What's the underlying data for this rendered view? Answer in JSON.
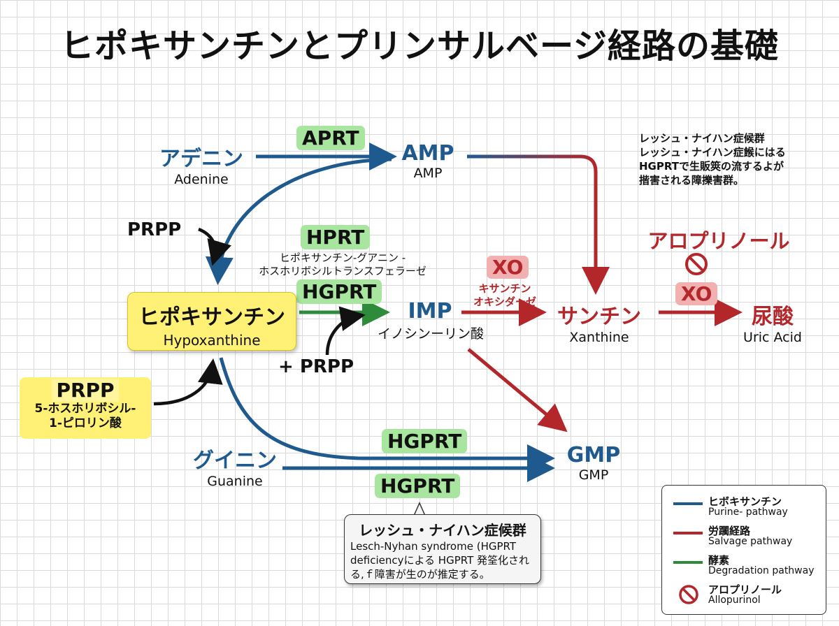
{
  "title": "ヒポキサンチンとプリンサルベージ経路の基礎",
  "nodes": {
    "adenine": {
      "jp": "アデニン",
      "en": "Adenine"
    },
    "amp": {
      "jp": "AMP",
      "en": "AMP"
    },
    "hypoxanthine": {
      "jp": "ヒポキサンチン",
      "en": "Hypoxanthine"
    },
    "imp": {
      "jp": "IMP",
      "en": "イノシンーリン酸"
    },
    "xanthine": {
      "jp": "サンチン",
      "en": "Xanthine"
    },
    "uric_acid": {
      "jp": "尿酸",
      "en": "Uric Acid"
    },
    "guanine": {
      "jp": "グイニン",
      "en": "Guanine"
    },
    "gmp": {
      "jp": "GMP",
      "en": "GMP"
    }
  },
  "prpp_top": "PRPP",
  "prpp_mid": "+ PRPP",
  "prpp_box": {
    "label": "PRPP",
    "desc_line1": "5-ホスホリボシル-",
    "desc_line2": "1-ピロリン酸"
  },
  "enzymes": {
    "aprt": "APRT",
    "hprt": "HPRT",
    "hprt_desc_line1": "ヒポキサンチン-グアニン -",
    "hprt_desc_line2": "ホスホリボシルトランスフェラーゼ",
    "hgprt_imp": "HGPRT",
    "hgprt_gmp_top": "HGPRT",
    "hgprt_gmp_bottom": "HGPRT",
    "xo_left": "XO",
    "xo_left_desc_line1": "キサンチン",
    "xo_left_desc_line2": "オキシダーゼ",
    "xo_right": "XO"
  },
  "allopurinol_label": "アロプリノール",
  "top_right_note": {
    "line1": "レッシュ・ナイハン症候群",
    "line2": "レッシュ・ナイハン症餱にはる",
    "line3": "HGPRTで生販筴の流するよが",
    "line4": "揩害される障擽害群。"
  },
  "callout": {
    "heading": "レッシュ・ナイハン症候群",
    "body": "Lesch-Nyhan syndrome (HGPRT deficiencyによる HGPRT 発筌化される,ｆ障害が生のが推定する。"
  },
  "legend": [
    {
      "jp": "ヒボキサンチン",
      "en": "Purine- pathway",
      "color": "#1f5a8e"
    },
    {
      "jp": "労躙経路",
      "en": "Salvage pathway",
      "color": "#b3262a"
    },
    {
      "jp": "酵素",
      "en": "Degradation pathway",
      "color": "#2e8b3a"
    },
    {
      "jp": "アロプリノール",
      "en": "Allopurinol",
      "color": "#b3262a"
    }
  ],
  "colors": {
    "blue": "#1f5a8e",
    "red": "#b3262a",
    "green": "#2e8b3a",
    "black": "#111111",
    "yellow": "#fff176",
    "enzyme_green": "#a8e6a0",
    "xo_pink": "#f3b0b0"
  }
}
